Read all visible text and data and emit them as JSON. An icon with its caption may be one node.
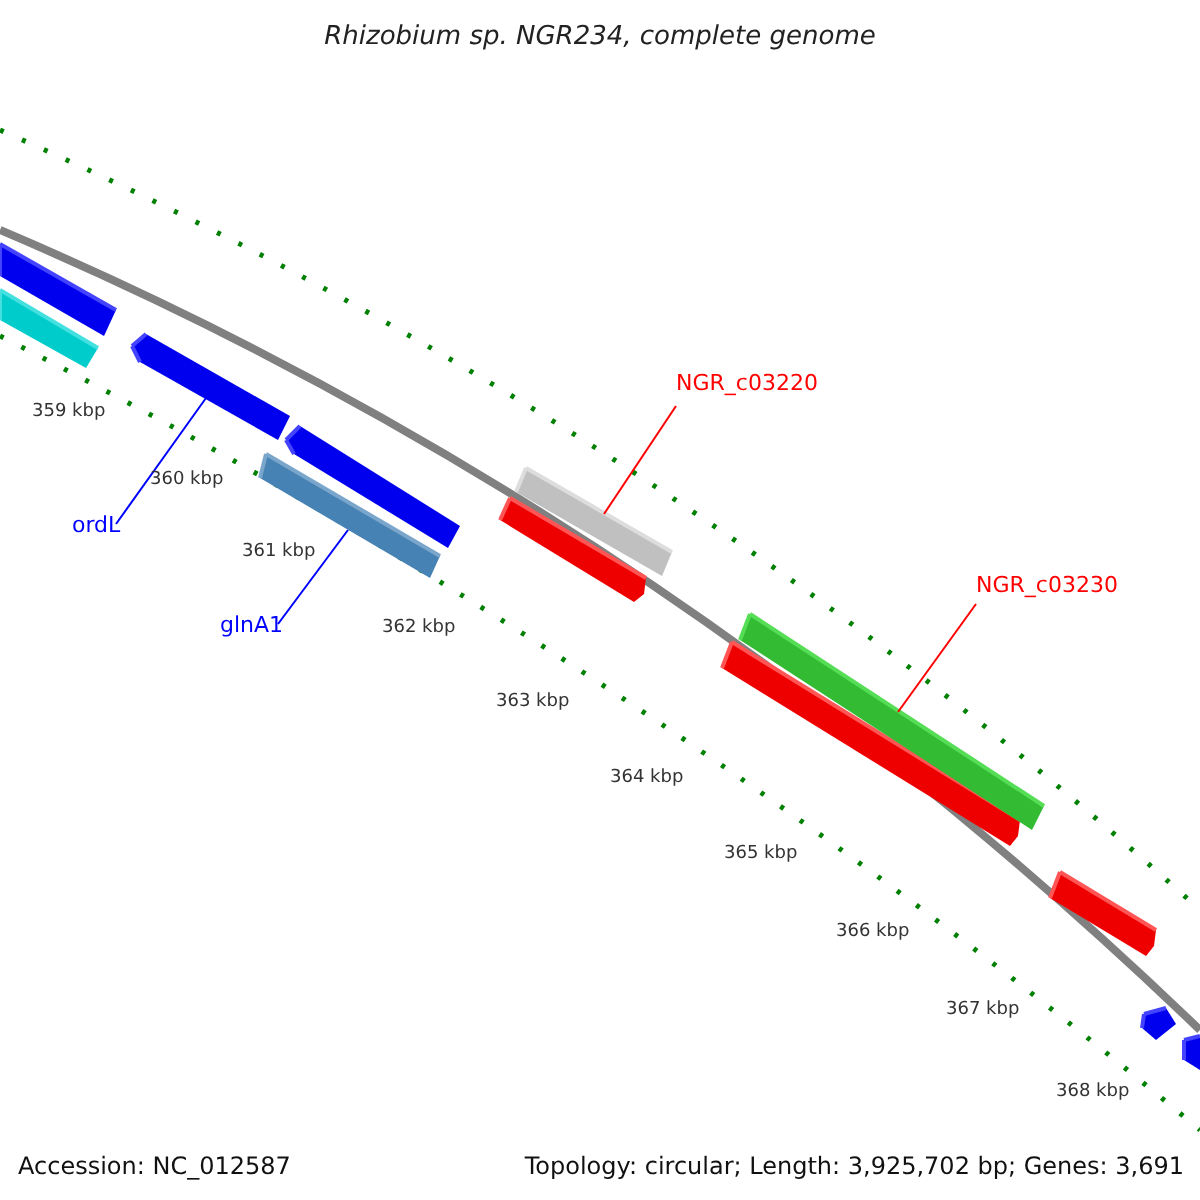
{
  "diagram": {
    "title": "Rhizobium sp. NGR234, complete genome",
    "nodes": [
      {
        "text": [],
        "shape": "bar"
      },
      {
        "text": [],
        "shape": "bar"
      },
      {
        "text": [],
        "shape": "bar"
      },
      {
        "text": [],
        "shape": "bar"
      },
      {
        "text": [],
        "shape": "bar"
      },
      {
        "text": [],
        "shape": "bar"
      },
      {
        "text": [],
        "shape": "bar"
      },
      {
        "text": [],
        "shape": "bar"
      },
      {
        "text": [],
        "shape": "bar"
      },
      {
        "text": [],
        "shape": "bar"
      },
      {
        "text": [],
        "shape": "bar"
      },
      {
        "text": [],
        "shape": "bar"
      },
      {
        "text": [
          "ordL"
        ]
      },
      {
        "text": [
          "glnA1"
        ]
      },
      {
        "text": [
          "NGR_c03220"
        ]
      },
      {
        "text": [
          "NGR_c03230"
        ]
      }
    ],
    "edges": [
      {
        "from": 12,
        "to": 2,
        "arrow": "none"
      },
      {
        "from": 13,
        "to": 3,
        "arrow": "none"
      },
      {
        "from": 14,
        "to": 6,
        "arrow": "none",
        "color": "#ff0000"
      },
      {
        "from": 15,
        "to": 8,
        "arrow": "none",
        "color": "#ff0000"
      }
    ],
    "labels": [
      "359 kbp",
      "360 kbp",
      "361 kbp",
      "362 kbp",
      "363 kbp",
      "364 kbp",
      "365 kbp",
      "366 kbp",
      "367 kbp",
      "368 kbp",
      "Accession: NC_012587",
      "Topology: circular; Length: 3,925,702 bp; Genes: 3,691"
    ]
  }
}
